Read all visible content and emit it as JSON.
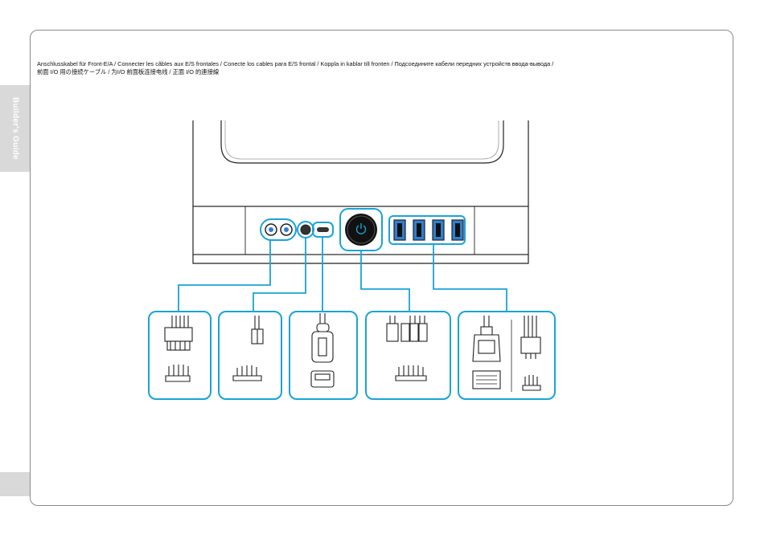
{
  "sidebar": {
    "guide_label": "Builder's Guide"
  },
  "caption": {
    "line1": "Anschlusskabel für Front-E/A  / Connecter les câbles aux E/S frontales  / Conecte los cables para E/S frontal / Koppla in kablar till fronten / Подсоедините кабели передних устройств ввода-вывода  /",
    "line2": "前面 I/O 用の接続ケーブル / 为I/O 前面板连接电线 / 正面 I/O 的連接線"
  },
  "colors": {
    "accent": "#1aa3d6",
    "usb_port": "#2f7fd0",
    "line": "#222222",
    "sidebar": "#d9d9d9"
  },
  "icons": {
    "power": "power-icon"
  }
}
